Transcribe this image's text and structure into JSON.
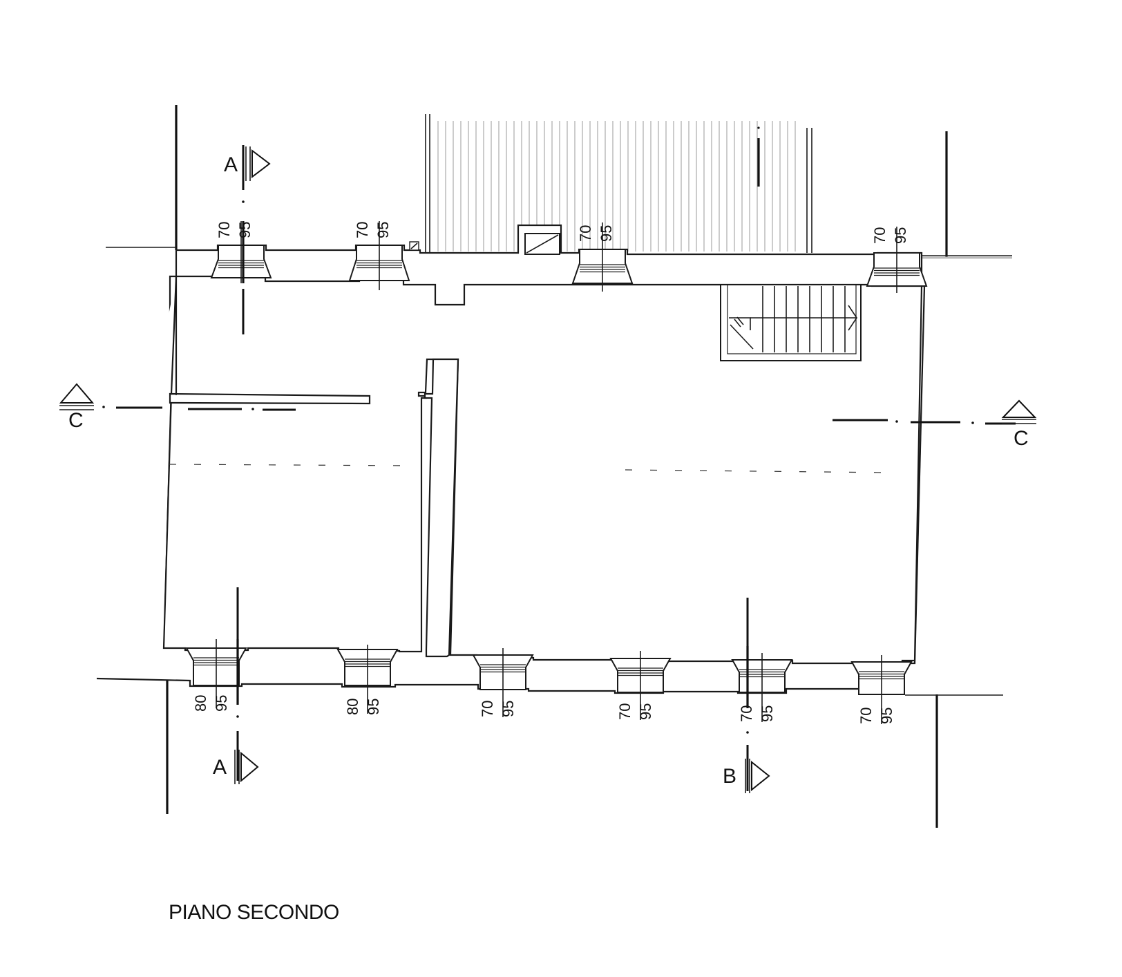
{
  "floor_title": "PIANO SECONDO",
  "section_labels": {
    "a_top": "A",
    "a_bottom": "A",
    "b_bottom": "B",
    "c_left": "C",
    "c_right": "C"
  },
  "top_openings": [
    {
      "w": "70",
      "h": "95"
    },
    {
      "w": "70",
      "h": "95"
    },
    {
      "w": "70",
      "h": "95"
    },
    {
      "w": "70",
      "h": "95"
    }
  ],
  "bottom_openings": [
    {
      "w": "80",
      "h": "95"
    },
    {
      "w": "80",
      "h": "95"
    },
    {
      "w": "70",
      "h": "95"
    },
    {
      "w": "70",
      "h": "95"
    },
    {
      "w": "70",
      "h": "95"
    },
    {
      "w": "70",
      "h": "95"
    }
  ]
}
